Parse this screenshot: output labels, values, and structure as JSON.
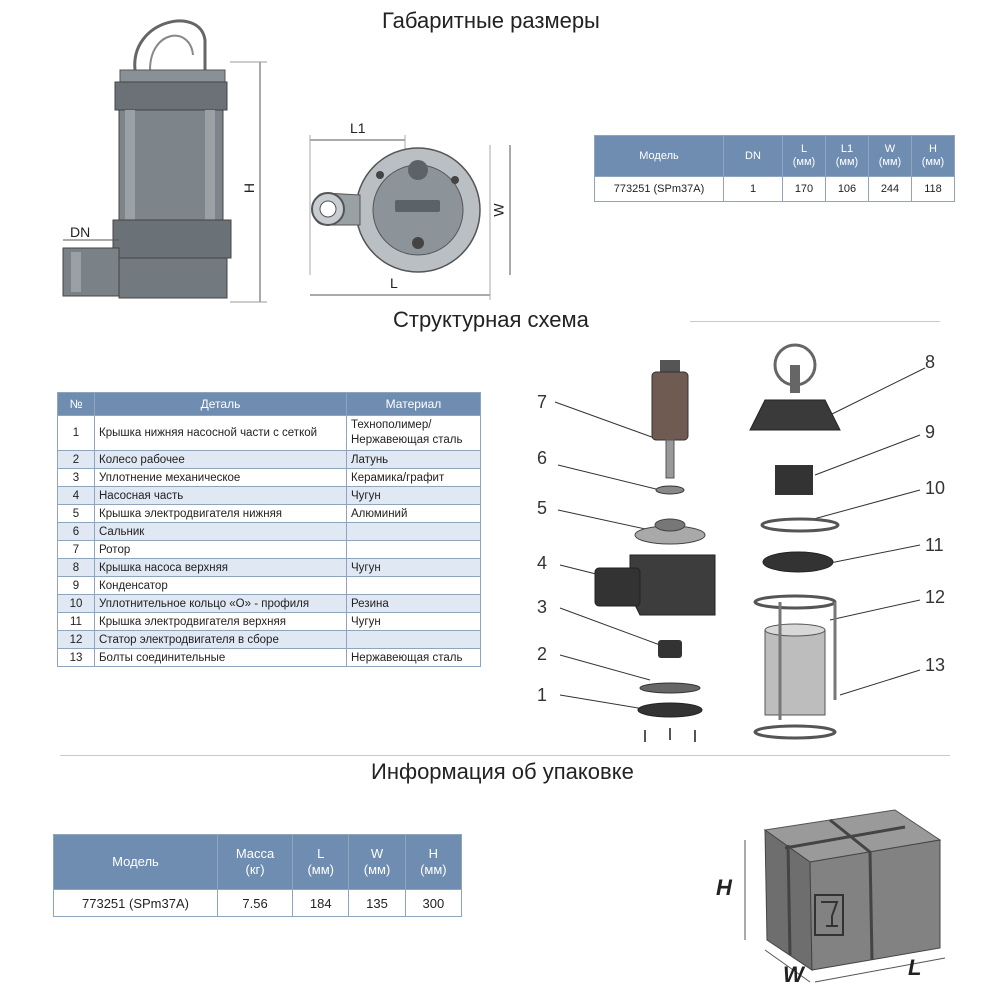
{
  "sections": {
    "dimensions_title": "Габаритные размеры",
    "structure_title": "Структурная схема",
    "packaging_title": "Информация об упаковке"
  },
  "dim_labels": {
    "dn": "DN",
    "h": "H",
    "l1": "L1",
    "l": "L",
    "w": "W"
  },
  "dimensions_table": {
    "headers": [
      {
        "name": "Модель",
        "unit": ""
      },
      {
        "name": "DN",
        "unit": ""
      },
      {
        "name": "L",
        "unit": "(мм)"
      },
      {
        "name": "L1",
        "unit": "(мм)"
      },
      {
        "name": "W",
        "unit": "(мм)"
      },
      {
        "name": "H",
        "unit": "(мм)"
      }
    ],
    "row": [
      "773251 (SPm37A)",
      "1",
      "170",
      "106",
      "244",
      "118"
    ]
  },
  "parts_table": {
    "headers": [
      "№",
      "Деталь",
      "Материал"
    ],
    "rows": [
      {
        "n": "1",
        "part": "Крышка нижняя насосной части с сеткой",
        "material": "Технополимер/ Нержавеющая сталь"
      },
      {
        "n": "2",
        "part": "Колесо рабочее",
        "material": "Латунь"
      },
      {
        "n": "3",
        "part": "Уплотнение механическое",
        "material": "Керамика/графит"
      },
      {
        "n": "4",
        "part": "Насосная часть",
        "material": "Чугун"
      },
      {
        "n": "5",
        "part": "Крышка электродвигателя нижняя",
        "material": "Алюминий"
      },
      {
        "n": "6",
        "part": "Сальник",
        "material": ""
      },
      {
        "n": "7",
        "part": "Ротор",
        "material": ""
      },
      {
        "n": "8",
        "part": "Крышка насоса верхняя",
        "material": "Чугун"
      },
      {
        "n": "9",
        "part": "Конденсатор",
        "material": ""
      },
      {
        "n": "10",
        "part": "Уплотнительное кольцо «О» - профиля",
        "material": "Резина"
      },
      {
        "n": "11",
        "part": "Крышка электродвигателя верхняя",
        "material": "Чугун"
      },
      {
        "n": "12",
        "part": "Статор электродвигателя в сборе",
        "material": ""
      },
      {
        "n": "13",
        "part": "Болты соединительные",
        "material": "Нержавеющая сталь"
      }
    ]
  },
  "callouts": [
    "1",
    "2",
    "3",
    "4",
    "5",
    "6",
    "7",
    "8",
    "9",
    "10",
    "11",
    "12",
    "13"
  ],
  "packaging_table": {
    "headers": [
      {
        "name": "Модель",
        "unit": ""
      },
      {
        "name": "Масса",
        "unit": "(кг)"
      },
      {
        "name": "L",
        "unit": "(мм)"
      },
      {
        "name": "W",
        "unit": "(мм)"
      },
      {
        "name": "H",
        "unit": "(мм)"
      }
    ],
    "row": [
      "773251 (SPm37A)",
      "7.56",
      "184",
      "135",
      "300"
    ]
  },
  "box_labels": {
    "h": "H",
    "w": "W",
    "l": "L"
  },
  "colors": {
    "header_blue": "#6f8db1",
    "row_alt": "#dfe8f3",
    "border": "#8fa4bd"
  }
}
